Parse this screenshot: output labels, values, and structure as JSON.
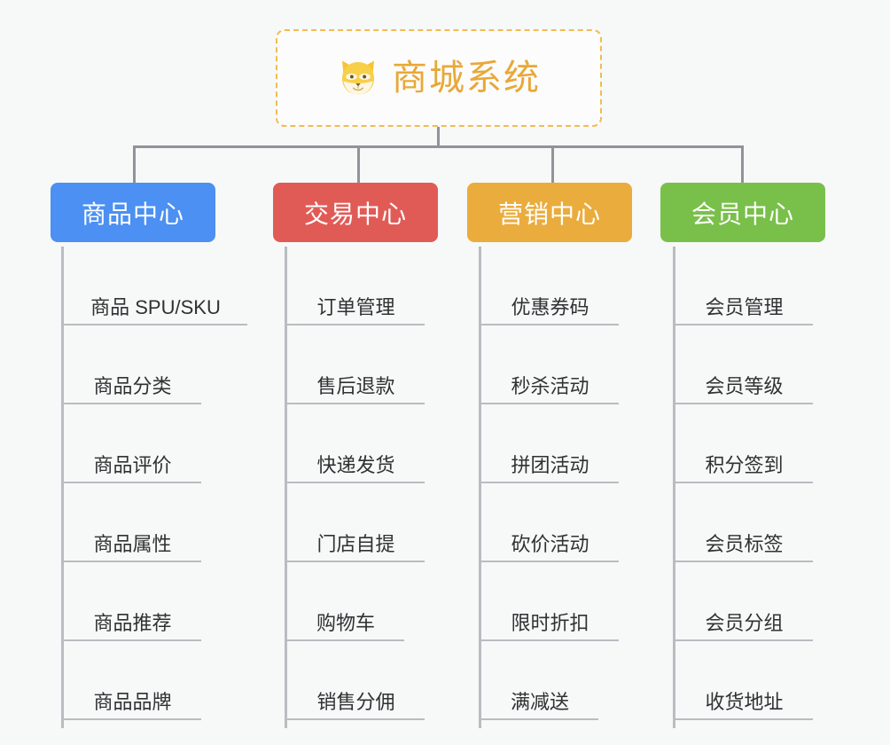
{
  "page": {
    "background_color": "#f7f8f8",
    "line_color": "#909399",
    "leaf_line_color": "#b9bcc0"
  },
  "root": {
    "title": "商城系统",
    "icon": "shiba-dog-icon",
    "border_color": "#f2bc50",
    "text_color": "#e8a838",
    "background_color": "#fcfcfc"
  },
  "branches": [
    {
      "label": "商品中心",
      "color": "#4b90f2",
      "items": [
        "商品 SPU/SKU",
        "商品分类",
        "商品评价",
        "商品属性",
        "商品推荐",
        "商品品牌"
      ]
    },
    {
      "label": "交易中心",
      "color": "#e15b56",
      "items": [
        "订单管理",
        "售后退款",
        "快递发货",
        "门店自提",
        "购物车",
        "销售分佣"
      ]
    },
    {
      "label": "营销中心",
      "color": "#eaac3c",
      "items": [
        "优惠券码",
        "秒杀活动",
        "拼团活动",
        "砍价活动",
        "限时折扣",
        "满减送"
      ]
    },
    {
      "label": "会员中心",
      "color": "#79c04a",
      "items": [
        "会员管理",
        "会员等级",
        "积分签到",
        "会员标签",
        "会员分组",
        "收货地址"
      ]
    }
  ]
}
